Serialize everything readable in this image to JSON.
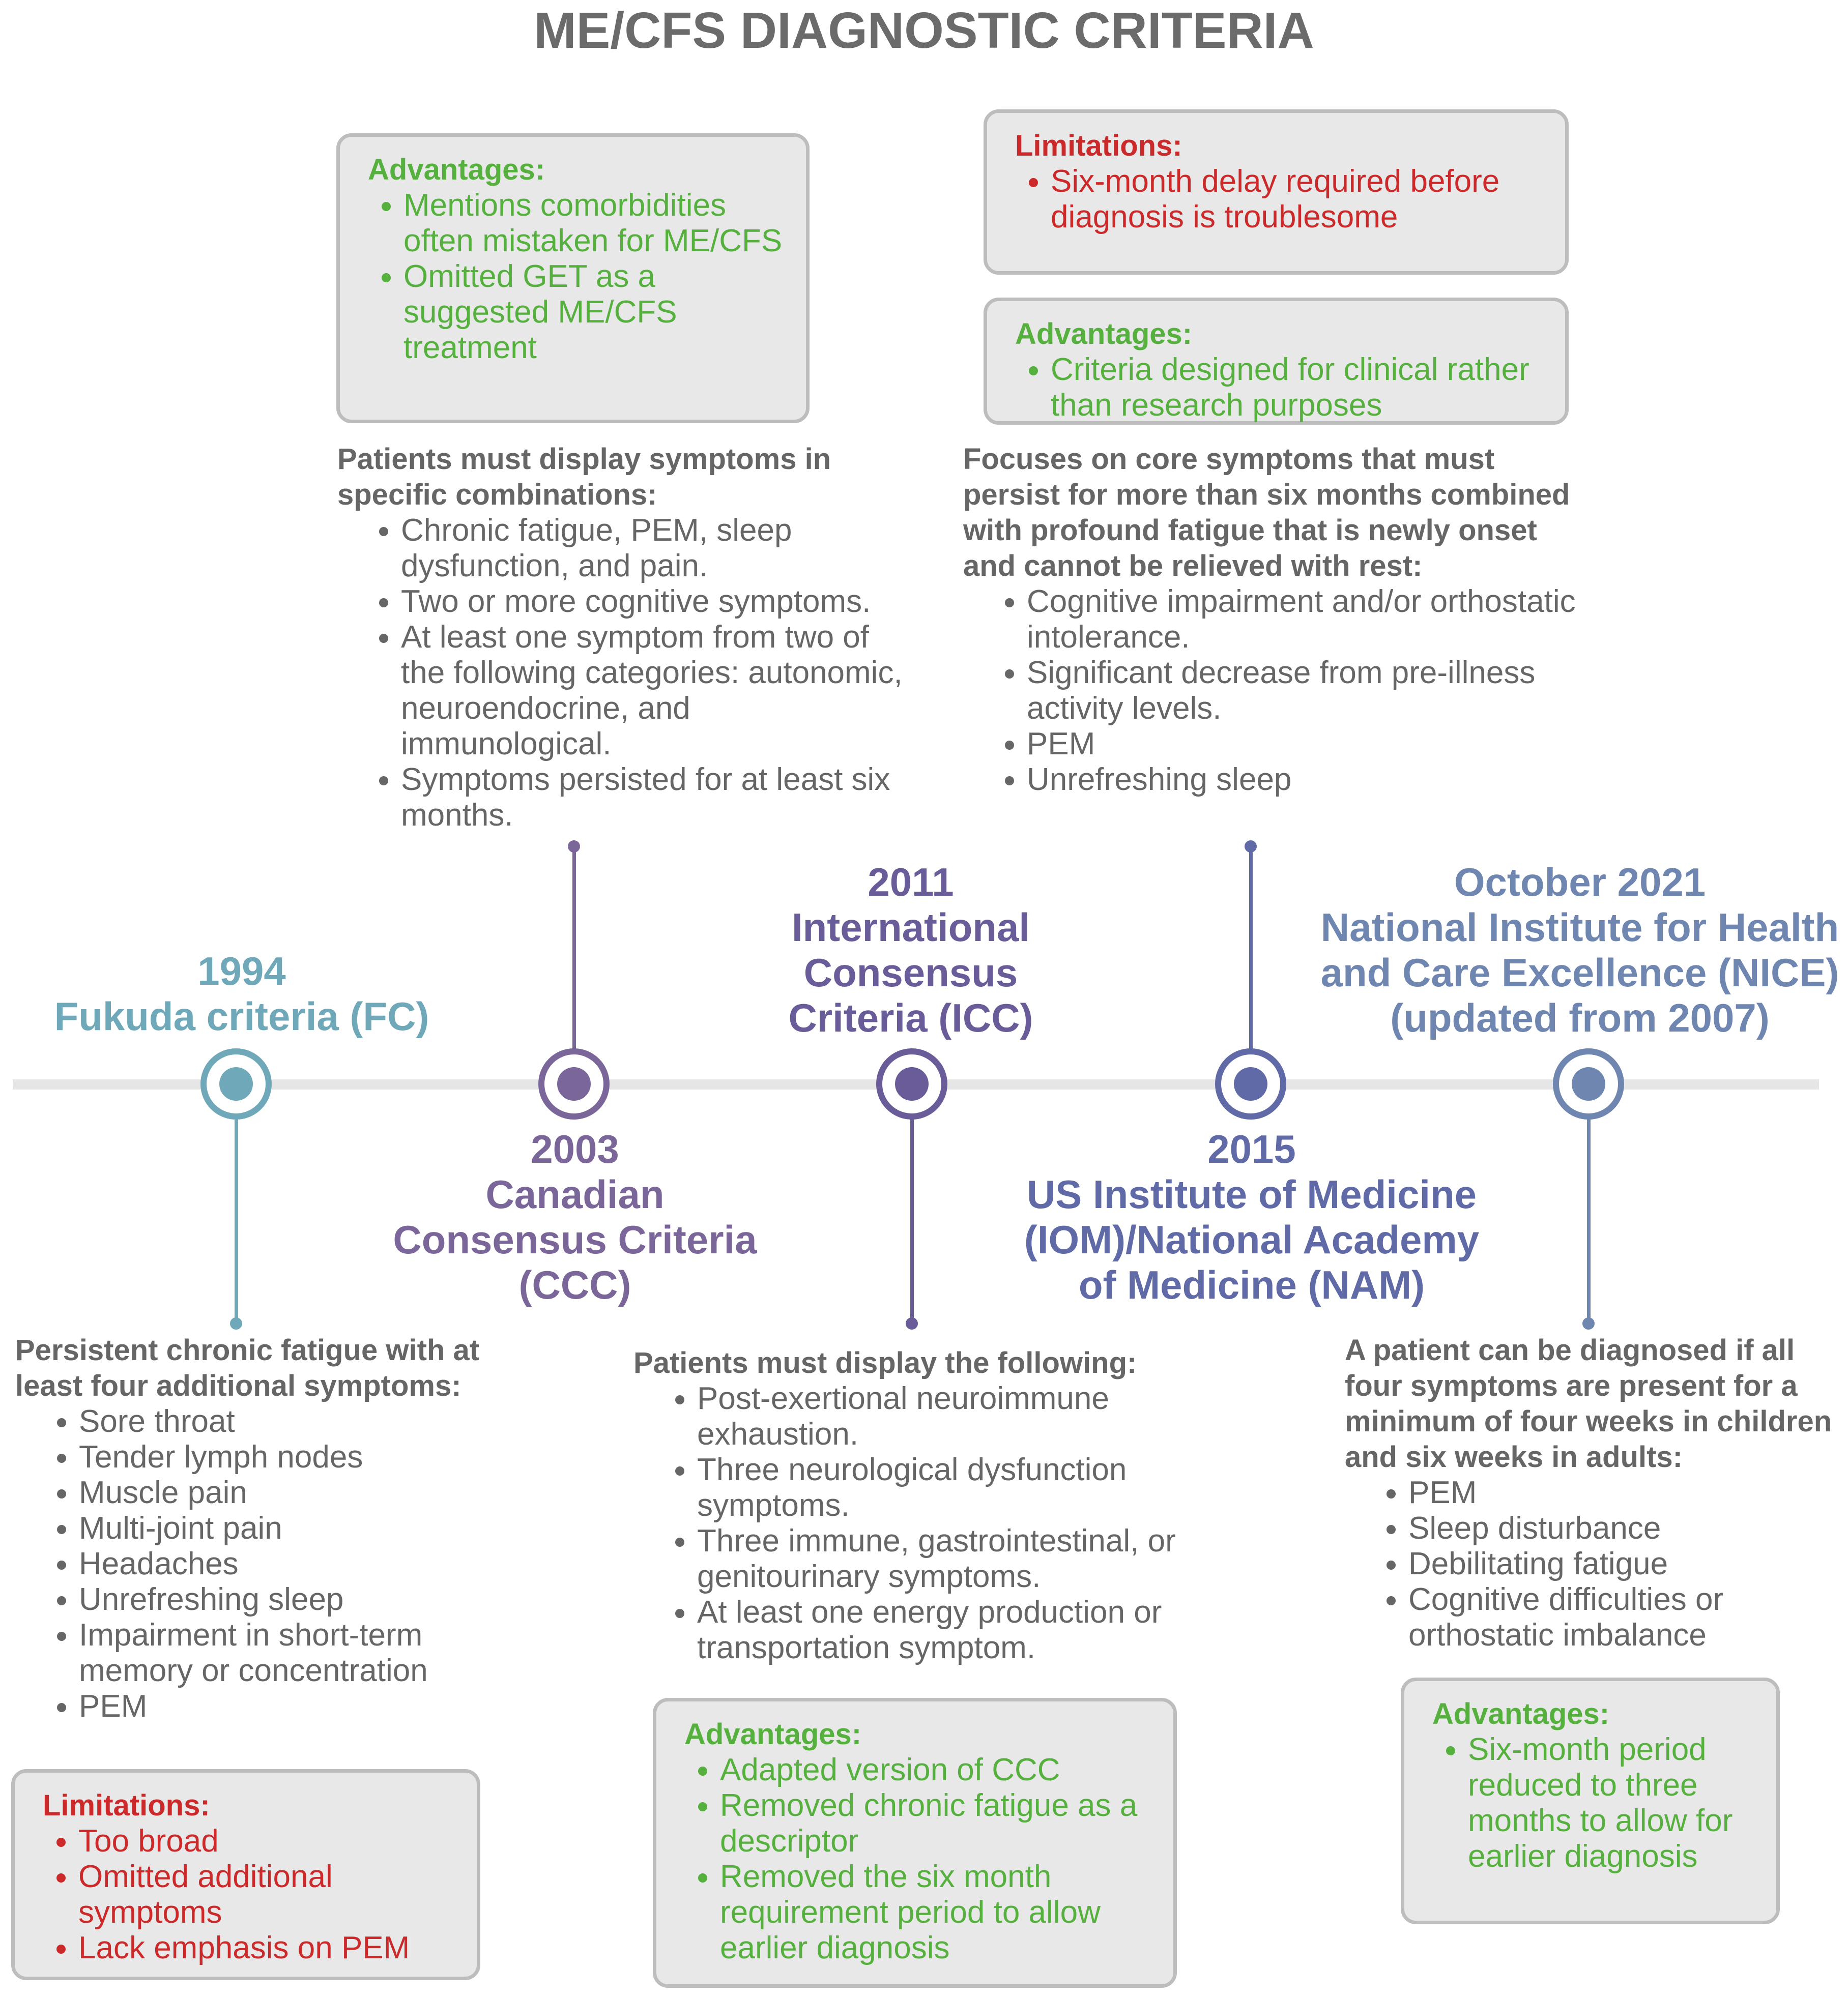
{
  "title": "ME/CFS DIAGNOSTIC CRITERIA",
  "colors": {
    "fc": "#6fa8b8",
    "ccc": "#7b6699",
    "icc": "#6a5c98",
    "iom": "#5f6aa6",
    "nice": "#6f86b0",
    "advantages": "#55b03d",
    "limitations": "#cc2a2a"
  },
  "milestones": [
    {
      "id": "fc",
      "label": [
        "1994",
        "Fukuda criteria (FC)"
      ],
      "description": {
        "lead": "Persistent chronic fatigue with at least four additional symptoms:",
        "items": [
          "Sore throat",
          "Tender lymph nodes",
          "Muscle pain",
          "Multi-joint pain",
          "Headaches",
          "Unrefreshing sleep",
          "Impairment in short-term memory or concentration",
          "PEM"
        ]
      },
      "limitations": {
        "heading": "Limitations:",
        "items": [
          "Too broad",
          "Omitted additional symptoms",
          "Lack emphasis on PEM"
        ]
      }
    },
    {
      "id": "ccc",
      "label": [
        "2003",
        "Canadian",
        "Consensus Criteria",
        "(CCC)"
      ],
      "description": {
        "lead": "Patients must display symptoms in specific combinations:",
        "items": [
          " Chronic fatigue, PEM, sleep dysfunction, and pain.",
          "Two or more cognitive symptoms.",
          "At least one symptom from two of the following categories: autonomic, neuroendocrine, and immunological.",
          "Symptoms persisted for at least six months."
        ]
      },
      "advantages": {
        "heading": "Advantages:",
        "items": [
          "Mentions comorbidities often mistaken for ME/CFS",
          "Omitted GET as a suggested ME/CFS treatment"
        ]
      }
    },
    {
      "id": "icc",
      "label": [
        "2011",
        "International",
        "Consensus",
        "Criteria (ICC)"
      ],
      "description": {
        "lead": "Patients must display the following:",
        "items": [
          "Post-exertional neuroimmune exhaustion.",
          "Three neurological dysfunction symptoms.",
          "Three immune, gastrointestinal, or genitourinary symptoms.",
          "At least one energy production or transportation symptom."
        ]
      },
      "advantages": {
        "heading": "Advantages:",
        "items": [
          "Adapted version of CCC",
          "Removed chronic fatigue as a descriptor",
          "Removed the six month requirement period to allow earlier diagnosis"
        ]
      }
    },
    {
      "id": "iom",
      "label": [
        "2015",
        "US Institute of Medicine",
        "(IOM)/National Academy",
        "of Medicine (NAM)"
      ],
      "description": {
        "lead": "Focuses on core symptoms that must persist for more than six months combined with profound fatigue that is newly onset and cannot be relieved with rest:",
        "items": [
          "Cognitive impairment and/or orthostatic intolerance.",
          "Significant decrease from pre-illness activity levels.",
          "PEM",
          "Unrefreshing sleep"
        ]
      },
      "limitations": {
        "heading": "Limitations:",
        "items": [
          "Six-month delay required before diagnosis is troublesome"
        ]
      },
      "advantages": {
        "heading": "Advantages:",
        "items": [
          "Criteria designed for clinical rather than research purposes"
        ]
      }
    },
    {
      "id": "nice",
      "label": [
        "October 2021",
        "National Institute for Health",
        "and Care Excellence (NICE)",
        "(updated from 2007)"
      ],
      "description": {
        "lead": "A patient can be diagnosed if all four symptoms are present for a minimum of four weeks in children and six weeks in adults:",
        "items": [
          "PEM",
          "Sleep disturbance",
          "Debilitating fatigue",
          "Cognitive difficulties or orthostatic imbalance"
        ]
      },
      "advantages": {
        "heading": "Advantages:",
        "items": [
          "Six-month period reduced to three months to allow for earlier diagnosis"
        ]
      }
    }
  ]
}
